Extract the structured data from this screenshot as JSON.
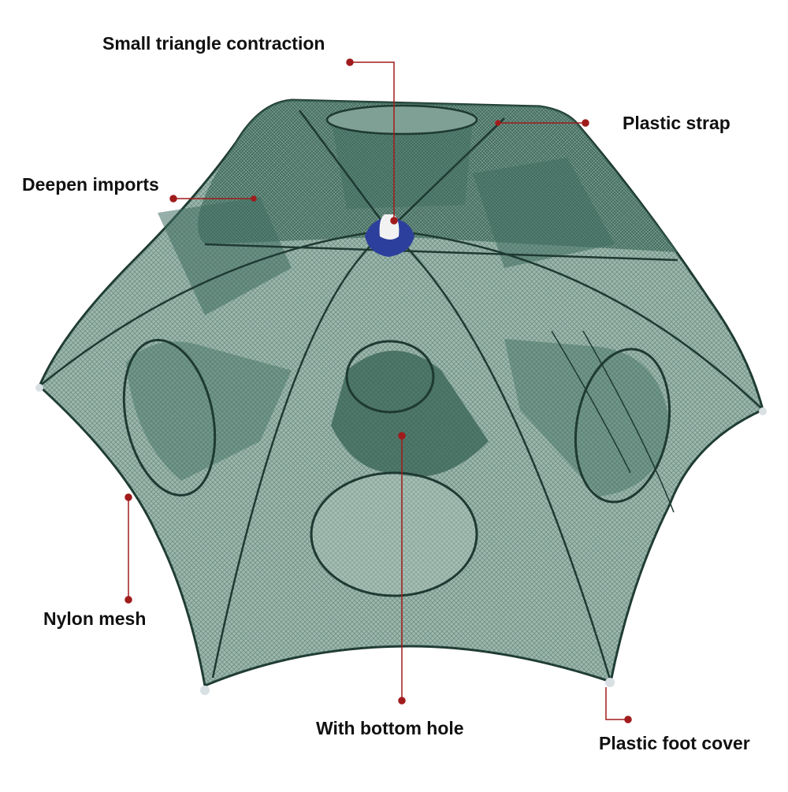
{
  "labels": {
    "small_triangle": "Small triangle contraction",
    "plastic_strap": "Plastic strap",
    "deepen_imports": "Deepen imports",
    "nylon_mesh": "Nylon mesh",
    "bottom_hole": "With bottom hole",
    "foot_cover": "Plastic foot cover"
  },
  "colors": {
    "mesh_dark": "#2f5c4e",
    "mesh_mid": "#5f8a7c",
    "mesh_light": "#9fb8ae",
    "frame": "#1e3a32",
    "leader": "#a01c1c",
    "hub": "#2d3f9c"
  }
}
